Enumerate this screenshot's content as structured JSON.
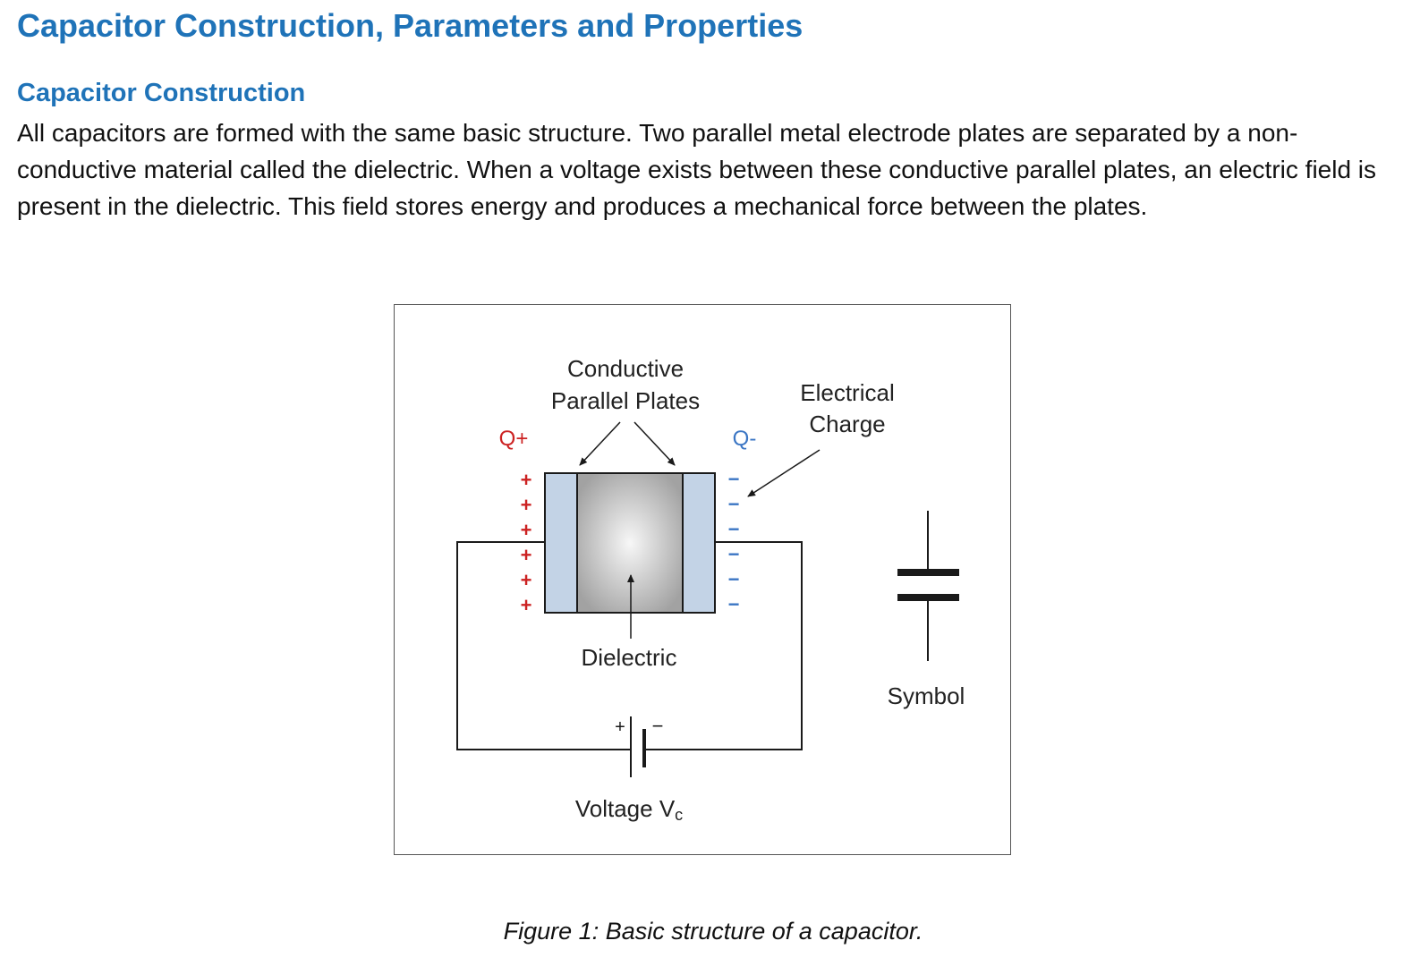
{
  "document": {
    "title": "Capacitor Construction, Parameters and Properties",
    "section_heading": "Capacitor Construction",
    "paragraph": "All capacitors are formed with the same basic structure. Two parallel metal electrode plates are separated by a non-conductive material called the dielectric. When a voltage exists between these conductive parallel plates, an electric field is present in the dielectric. This field stores energy and produces a mechanical force between the plates."
  },
  "figure": {
    "labels": {
      "plates_line1": "Conductive",
      "plates_line2": "Parallel Plates",
      "charge_line1": "Electrical",
      "charge_line2": "Charge",
      "q_plus": "Q+",
      "q_minus": "Q-",
      "dielectric": "Dielectric",
      "symbol": "Symbol",
      "voltage": "Voltage V",
      "voltage_subscript": "c",
      "battery_plus": "+",
      "battery_minus": "−"
    },
    "plus_signs": [
      "+",
      "+",
      "+",
      "+",
      "+",
      "+"
    ],
    "minus_signs": [
      "−",
      "−",
      "−",
      "−",
      "−",
      "−"
    ],
    "colors": {
      "positive": "#cc2222",
      "negative": "#3b76c4",
      "plate_fill": "#c3d3e6",
      "wire": "#1a1a1a",
      "heading": "#1f73b8"
    },
    "caption": "Figure 1: Basic structure of a capacitor."
  }
}
